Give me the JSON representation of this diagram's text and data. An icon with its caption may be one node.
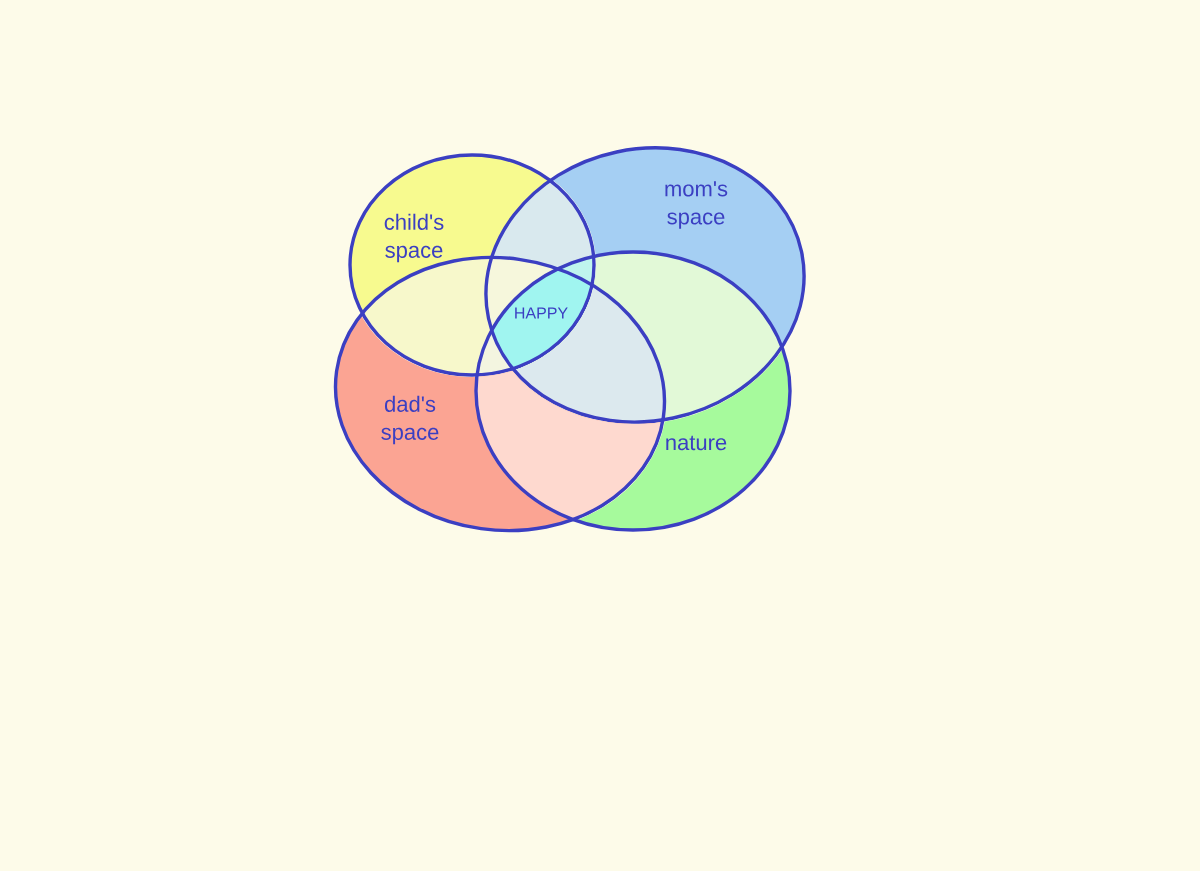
{
  "diagram": {
    "nodes": [
      {
        "text": [
          "child's space"
        ]
      },
      {
        "text": [
          "mom's space"
        ]
      },
      {
        "text": [
          "dad's space"
        ]
      },
      {
        "text": [
          "nature"
        ]
      }
    ],
    "labels": [
      "HAPPY"
    ]
  }
}
